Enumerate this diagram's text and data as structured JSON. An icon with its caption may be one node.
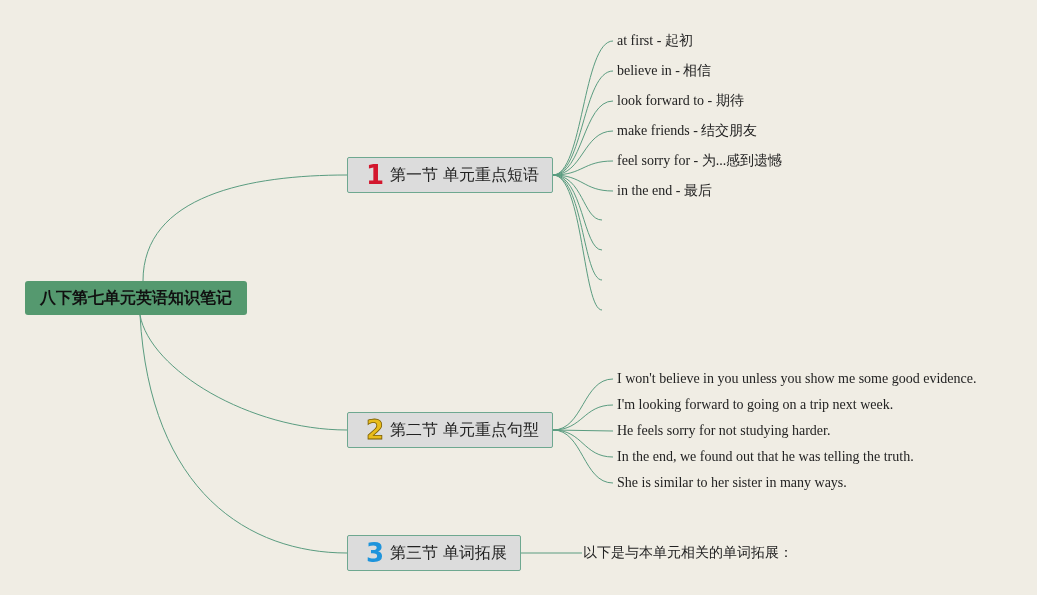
{
  "diagram": {
    "nodes": [
      {
        "text": [
          "八下第七单元英语知识笔记"
        ]
      },
      {
        "text": [
          "1",
          "第一节 单元重点短语"
        ]
      },
      {
        "text": [
          "at first - 起初"
        ]
      },
      {
        "text": [
          "believe in - 相信"
        ]
      },
      {
        "text": [
          "look forward to - 期待"
        ]
      },
      {
        "text": [
          "make friends - 结交朋友"
        ]
      },
      {
        "text": [
          "feel sorry for - 为...感到遗憾"
        ]
      },
      {
        "text": [
          "in the end - 最后"
        ]
      },
      {
        "text": [
          "2",
          "第二节 单元重点句型"
        ]
      },
      {
        "text": [
          "I won't believe in you unless you show me some good evidence."
        ]
      },
      {
        "text": [
          "I'm looking forward to going on a trip next week."
        ]
      },
      {
        "text": [
          "He feels sorry for not studying harder."
        ]
      },
      {
        "text": [
          "In the end, we found out that he was telling the truth."
        ]
      },
      {
        "text": [
          "She is similar to her sister in many ways."
        ]
      },
      {
        "text": [
          "3",
          "第三节 单词拓展"
        ]
      },
      {
        "text": [
          "以下是与本单元相关的单词拓展："
        ]
      }
    ],
    "edges": [
      {
        "from": 0,
        "to": 1,
        "arrow": "none"
      },
      {
        "from": 0,
        "to": 8,
        "arrow": "none"
      },
      {
        "from": 0,
        "to": 14,
        "arrow": "none"
      },
      {
        "from": 1,
        "to": 2,
        "arrow": "none"
      },
      {
        "from": 1,
        "to": 3,
        "arrow": "none"
      },
      {
        "from": 1,
        "to": 4,
        "arrow": "none"
      },
      {
        "from": 1,
        "to": 5,
        "arrow": "none"
      },
      {
        "from": 1,
        "to": 6,
        "arrow": "none"
      },
      {
        "from": 1,
        "to": 7,
        "arrow": "none"
      },
      {
        "from": 1,
        "to": null,
        "arrow": "none"
      },
      {
        "from": 1,
        "to": null,
        "arrow": "none"
      },
      {
        "from": 1,
        "to": null,
        "arrow": "none"
      },
      {
        "from": 1,
        "to": null,
        "arrow": "none"
      },
      {
        "from": 8,
        "to": 9,
        "arrow": "none"
      },
      {
        "from": 8,
        "to": 10,
        "arrow": "none"
      },
      {
        "from": 8,
        "to": 11,
        "arrow": "none"
      },
      {
        "from": 8,
        "to": 12,
        "arrow": "none"
      },
      {
        "from": 8,
        "to": 13,
        "arrow": "none"
      },
      {
        "from": 14,
        "to": 15,
        "arrow": "none"
      }
    ]
  }
}
